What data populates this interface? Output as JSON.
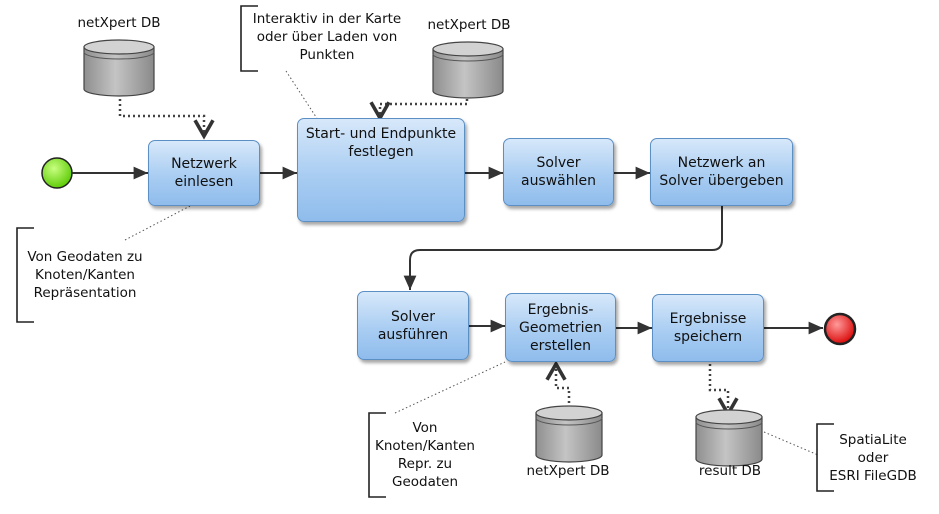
{
  "tasks": {
    "netzwerk_einlesen": [
      "Netzwerk",
      "einlesen"
    ],
    "start_endpunkte": [
      "Start- und Endpunkte",
      "festlegen"
    ],
    "solver_auswaehlen": [
      "Solver",
      "auswählen"
    ],
    "netzwerk_uebergeben": [
      "Netzwerk an",
      "Solver übergeben"
    ],
    "solver_ausfuehren": [
      "Solver",
      "ausführen"
    ],
    "ergebnis_geometrien": [
      "Ergebnis-",
      "Geometrien",
      "erstellen"
    ],
    "ergebnisse_speichern": [
      "Ergebnisse",
      "speichern"
    ]
  },
  "databases": {
    "db_top_left": "netXpert DB",
    "db_top_mid": "netXpert DB",
    "db_bottom": "netXpert DB",
    "db_result": "result DB"
  },
  "annotations": {
    "interaktiv": [
      "Interaktiv in der Karte",
      "oder über Laden von",
      "Punkten"
    ],
    "von_geodaten": [
      "Von Geodaten zu",
      "Knoten/Kanten",
      "Repräsentation"
    ],
    "von_knoten": [
      "Von",
      "Knoten/Kanten",
      "Repr. zu",
      "Geodaten"
    ],
    "spatialite": [
      "SpatiaLite",
      "oder",
      "ESRI FileGDB"
    ]
  },
  "colors": {
    "start_event": "#7de01a",
    "end_event": "#e8181b",
    "task_fill": "#a9cdf2",
    "task_border": "#5c8fc4",
    "db_fill": "#b4b4b4"
  }
}
